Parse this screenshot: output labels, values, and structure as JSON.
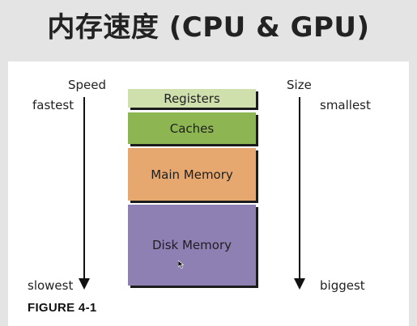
{
  "title": "内存速度 (CPU & GPU)",
  "left_axis": {
    "label": "Speed",
    "top": "fastest",
    "bottom": "slowest"
  },
  "right_axis": {
    "label": "Size",
    "top": "smallest",
    "bottom": "biggest"
  },
  "hierarchy": [
    {
      "label": "Registers",
      "color": "#cfe0ad"
    },
    {
      "label": "Caches",
      "color": "#8db551"
    },
    {
      "label": "Main Memory",
      "color": "#e7a86f"
    },
    {
      "label": "Disk Memory",
      "color": "#8f80b3"
    }
  ],
  "figure_label": "FIGURE 4-1"
}
